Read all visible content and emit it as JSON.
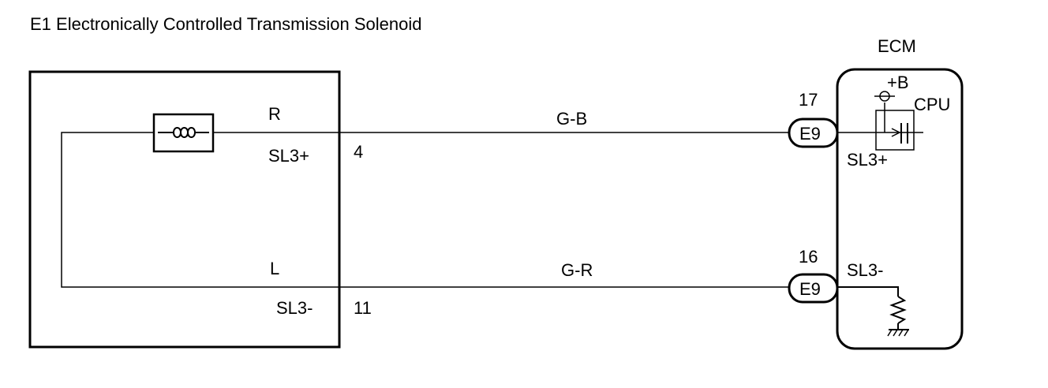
{
  "title": "E1 Electronically Controlled Transmission Solenoid",
  "ecm": {
    "label": "ECM",
    "plus_b": "+B",
    "cpu": "CPU"
  },
  "solenoid": {
    "r": "R",
    "l": "L",
    "sl3_plus": "SL3+",
    "sl3_minus": "SL3-",
    "pin_plus": "4",
    "pin_minus": "11"
  },
  "wires": [
    {
      "color": "G-B"
    },
    {
      "color": "G-R"
    }
  ],
  "connectors": [
    {
      "pin": "17",
      "name": "E9",
      "signal": "SL3+"
    },
    {
      "pin": "16",
      "name": "E9",
      "signal": "SL3-"
    }
  ]
}
